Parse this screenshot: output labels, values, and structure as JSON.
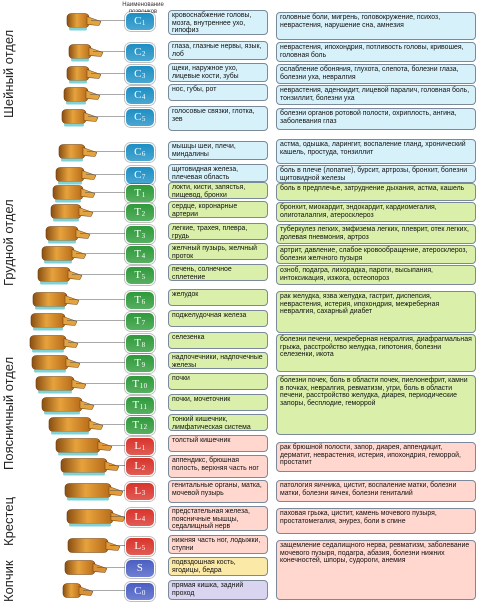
{
  "header": {
    "title": "Наименование позвонков"
  },
  "regions": [
    {
      "name": "Шейный отдел",
      "top": 0,
      "bottom": 0
    },
    {
      "name": "Грудной отдел"
    },
    {
      "name": "Поясничный отдел"
    },
    {
      "name": "Крестец"
    },
    {
      "name": "Копчик"
    }
  ],
  "vertebrae": [
    {
      "letter": "C",
      "num": "1",
      "region": "cervical",
      "color": "#1d8fc4",
      "area": "кровоснабжение головы, мозга, внутреннее ухо, гипофиз",
      "effects": "головные боли, мигрень, головокружение, психоз, неврастения, нарушение сна, амнезия"
    },
    {
      "letter": "C",
      "num": "2",
      "region": "cervical",
      "color": "#1d8fc4",
      "area": "глаза, глазные нервы, язык, лоб",
      "effects": "неврастения, ипохондрия, потливость головы, кривошея, головная боль"
    },
    {
      "letter": "C",
      "num": "3",
      "region": "cervical",
      "color": "#1d8fc4",
      "area": "щеки, наружное ухо, лицевые кости, зубы",
      "effects": "ослабление обоняния, глухота, слепота, болезни глаза, болезни уха, невралгия"
    },
    {
      "letter": "C",
      "num": "4",
      "region": "cervical",
      "color": "#1d8fc4",
      "area": "нос, губы, рот",
      "effects": "неврастения, аденоидит, лицевой паралич, головная боль, тонзиллит, болезни уха"
    },
    {
      "letter": "C",
      "num": "5",
      "region": "cervical",
      "color": "#1d8fc4",
      "area": "голосовые связки, глотка, зев",
      "effects": "болезни органов ротовой полости, охриплость, ангина, заболевания глаз"
    },
    {
      "letter": "C",
      "num": "6",
      "region": "cervical",
      "color": "#1d8fc4",
      "area": "мышцы шеи, плечи, миндалины",
      "effects": "астма, одышка, ларингит, воспаление гланд, хронический кашель, простуда, тонзиллит"
    },
    {
      "letter": "C",
      "num": "7",
      "region": "cervical",
      "color": "#1d8fc4",
      "area": "щитовидная железа, плечевая область",
      "effects": "боль в плече (лопатке), бурсит, артрозы, бронхит, болезни щитовидной железы"
    },
    {
      "letter": "T",
      "num": "1",
      "region": "thoracic",
      "color": "#2e9a3a",
      "area": "локти, кисти, запястья, пищевод, бронхи",
      "effects": "боль в предплечье, затруднение дыхания, астма, кашель"
    },
    {
      "letter": "T",
      "num": "2",
      "region": "thoracic",
      "color": "#2e9a3a",
      "area": "сердце, коронарные артерии",
      "effects": "бронхит, миокардит, эндокардит, кардиомегалия, олиготалалгия, атеросклероз"
    },
    {
      "letter": "T",
      "num": "3",
      "region": "thoracic",
      "color": "#2e9a3a",
      "area": "легкие, трахея, плевра, грудь",
      "effects": "туберкулез легких, эмфизема легких, плеврит, отек легких, долевая пневмония, артроз"
    },
    {
      "letter": "T",
      "num": "4",
      "region": "thoracic",
      "color": "#2e9a3a",
      "area": "желчный пузырь, желчный проток",
      "effects": "артрит, давление, слабое кровообращение, атеросклероз, болезни желчного пузыря"
    },
    {
      "letter": "T",
      "num": "5",
      "region": "thoracic",
      "color": "#2e9a3a",
      "area": "печень, солнечное сплетение",
      "effects": "озноб, подагра, лихорадка, пароти, высыпания, интоксикация, изжога, остеопороз"
    },
    {
      "letter": "T",
      "num": "6",
      "region": "thoracic",
      "color": "#2e9a3a",
      "area": "желудок",
      "effects": "рак желудка, язва желудка, гастрит, диспепсия, неврастения, истерия, ипохондрия, межреберная невралгия, сахарный диабет"
    },
    {
      "letter": "T",
      "num": "7",
      "region": "thoracic",
      "color": "#2e9a3a",
      "area": "поджелудочная железа",
      "effects": ""
    },
    {
      "letter": "T",
      "num": "8",
      "region": "thoracic",
      "color": "#2e9a3a",
      "area": "селезенка",
      "effects": "болезни печени, межреберная невралгия, диафрагмальная грыжа, расстройство желудка, гипотония, болезни селезенки, икота"
    },
    {
      "letter": "T",
      "num": "9",
      "region": "thoracic",
      "color": "#2e9a3a",
      "area": "надпочечники, надпочечные железы",
      "effects": ""
    },
    {
      "letter": "T",
      "num": "10",
      "region": "thoracic",
      "color": "#2e9a3a",
      "area": "почки",
      "effects": "болезни почек, боль в области почек, пиелонефрит, камни в почках, невралгия, ревматизм, угри, боль в области печени, расстройство желудка, диарея, периодические запоры, бесплодие, геморрой"
    },
    {
      "letter": "T",
      "num": "11",
      "region": "thoracic",
      "color": "#2e9a3a",
      "area": "почки, мочеточник",
      "effects": ""
    },
    {
      "letter": "T",
      "num": "12",
      "region": "thoracic",
      "color": "#2e9a3a",
      "area": "тонкий кишечник, лимфатическая система",
      "effects": ""
    },
    {
      "letter": "L",
      "num": "1",
      "region": "lumbar",
      "color": "#d8342b",
      "area": "толстый кишечник",
      "effects": "рак брюшной полости, запор, диарея, аппендицит, дерматит, неврастения, истерия, ипохондрия, геморрой, простатит"
    },
    {
      "letter": "L",
      "num": "2",
      "region": "lumbar",
      "color": "#d8342b",
      "area": "аппендикс, брюшная полость, верхняя часть ног",
      "effects": ""
    },
    {
      "letter": "L",
      "num": "3",
      "region": "lumbar",
      "color": "#d8342b",
      "area": "генитальные органы, матка, мочевой пузырь",
      "effects": "патология яичника, цистит, воспаление матки, болезни матки, болезни яичек, болезни гениталий"
    },
    {
      "letter": "L",
      "num": "4",
      "region": "lumbar",
      "color": "#d8342b",
      "area": "предстательная железа, поясничные мышцы, седалищный нерв",
      "effects": "паховая грыжа, цистит, камень мочевого пузыря, простатомегалия, энурез, боли в спине"
    },
    {
      "letter": "L",
      "num": "5",
      "region": "lumbar",
      "color": "#d8342b",
      "area": "нижняя часть ног, лодыжки, ступни",
      "effects": "защемление седалищного нерва, ревматизм, заболевание мочевого пузыря, подагра, абазия, болезни нижних конечностей, шпоры, судороги, анемия"
    },
    {
      "letter": "S",
      "num": "",
      "region": "sacral",
      "color": "#4b5fc4",
      "area": "подвздошная кость, ягодицы, бедра",
      "effects": ""
    },
    {
      "letter": "C",
      "num": "0",
      "region": "coccyx",
      "color": "#4b5fc4",
      "area": "прямая кишка, задний проход",
      "effects": ""
    }
  ]
}
